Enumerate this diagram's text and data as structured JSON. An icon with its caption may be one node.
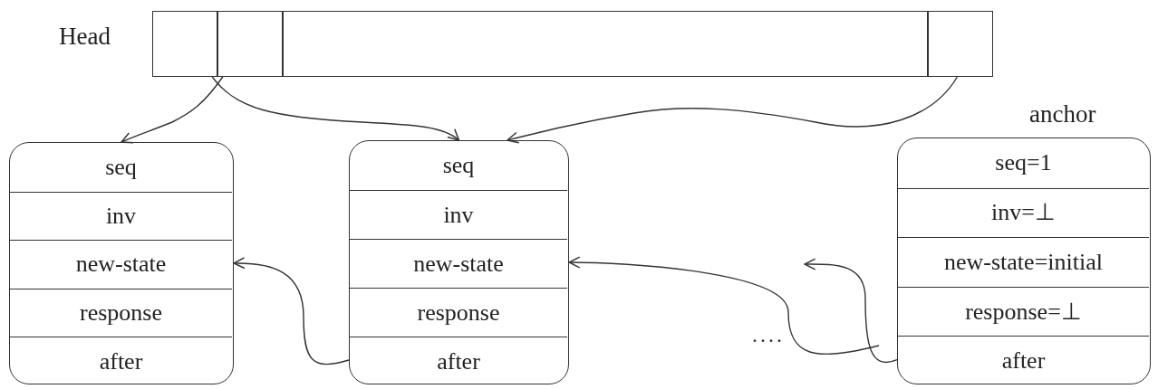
{
  "diagram": {
    "nodes": [
      {
        "text": [
          "Head"
        ]
      },
      {
        "text": [],
        "shape": "box",
        "in": 0
      },
      {
        "text": [],
        "shape": "box",
        "in": 0
      },
      {
        "text": [],
        "shape": "box",
        "in": 0
      },
      {
        "text": [],
        "shape": "box",
        "in": 0
      },
      {
        "text": [],
        "shape": "box"
      },
      {
        "text": [
          "seq"
        ],
        "in": 5
      },
      {
        "text": [
          "inv"
        ],
        "in": 5
      },
      {
        "text": [
          "new-state"
        ],
        "in": 5
      },
      {
        "text": [
          "response"
        ],
        "in": 5
      },
      {
        "text": [
          "after"
        ],
        "in": 5
      },
      {
        "text": [],
        "shape": "box"
      },
      {
        "text": [
          "seq"
        ],
        "in": 11
      },
      {
        "text": [
          "inv"
        ],
        "in": 11
      },
      {
        "text": [
          "new-state"
        ],
        "in": 11
      },
      {
        "text": [
          "response"
        ],
        "in": 11
      },
      {
        "text": [
          "after"
        ],
        "in": 11
      },
      {
        "text": [
          "anchor"
        ]
      },
      {
        "text": [
          "seq=1"
        ],
        "in": 17
      },
      {
        "text": [
          "inv=⊥"
        ],
        "in": 17
      },
      {
        "text": [
          "new-state=initial"
        ],
        "in": 17
      },
      {
        "text": [
          "response=⊥"
        ],
        "in": 17
      },
      {
        "text": [
          "after"
        ],
        "in": 17
      }
    ],
    "edges": [
      {
        "from": 1,
        "to": 11,
        "arrow": "to"
      },
      {
        "from": 2,
        "to": 5,
        "arrow": "to"
      },
      {
        "from": 4,
        "to": 11,
        "arrow": "to"
      },
      {
        "from": 16,
        "to": 8,
        "arrow": "to"
      },
      {
        "from": null,
        "to": 14,
        "arrow": "to"
      },
      {
        "from": 22,
        "to": null,
        "arrow": "to"
      }
    ],
    "labels": [
      "...."
    ]
  }
}
